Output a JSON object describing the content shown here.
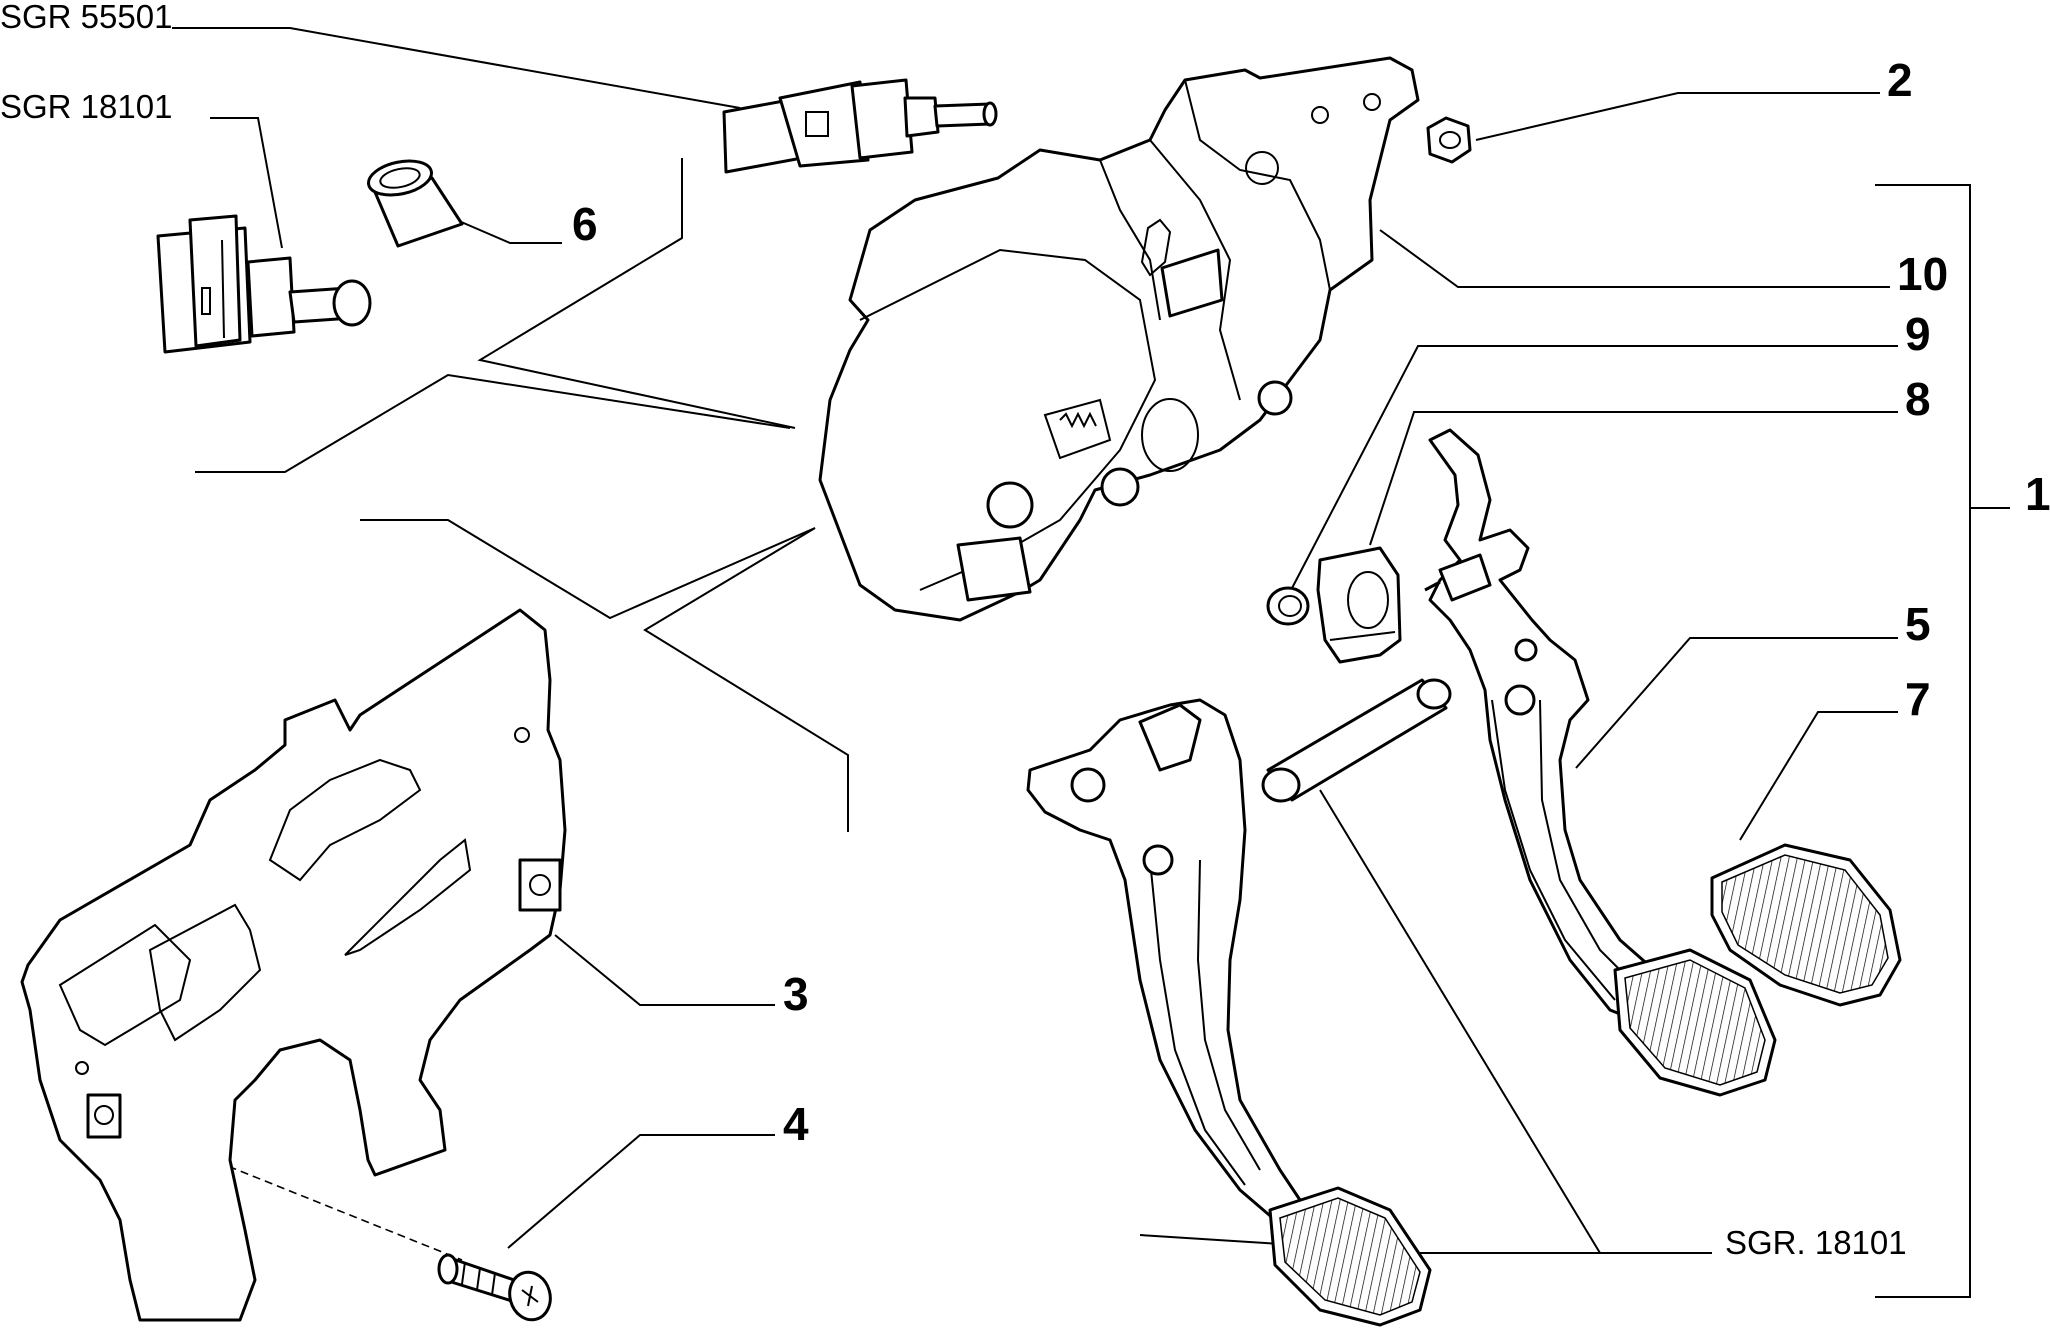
{
  "references": {
    "top_switch": "SGR 55501",
    "left_switch": "SGR 18101",
    "pedal_shaft": "SGR. 18101"
  },
  "callouts": {
    "c1": "1",
    "c2": "2",
    "c3": "3",
    "c4": "4",
    "c5": "5",
    "c6": "6",
    "c7": "7",
    "c8": "8",
    "c9": "9",
    "c10": "10"
  }
}
